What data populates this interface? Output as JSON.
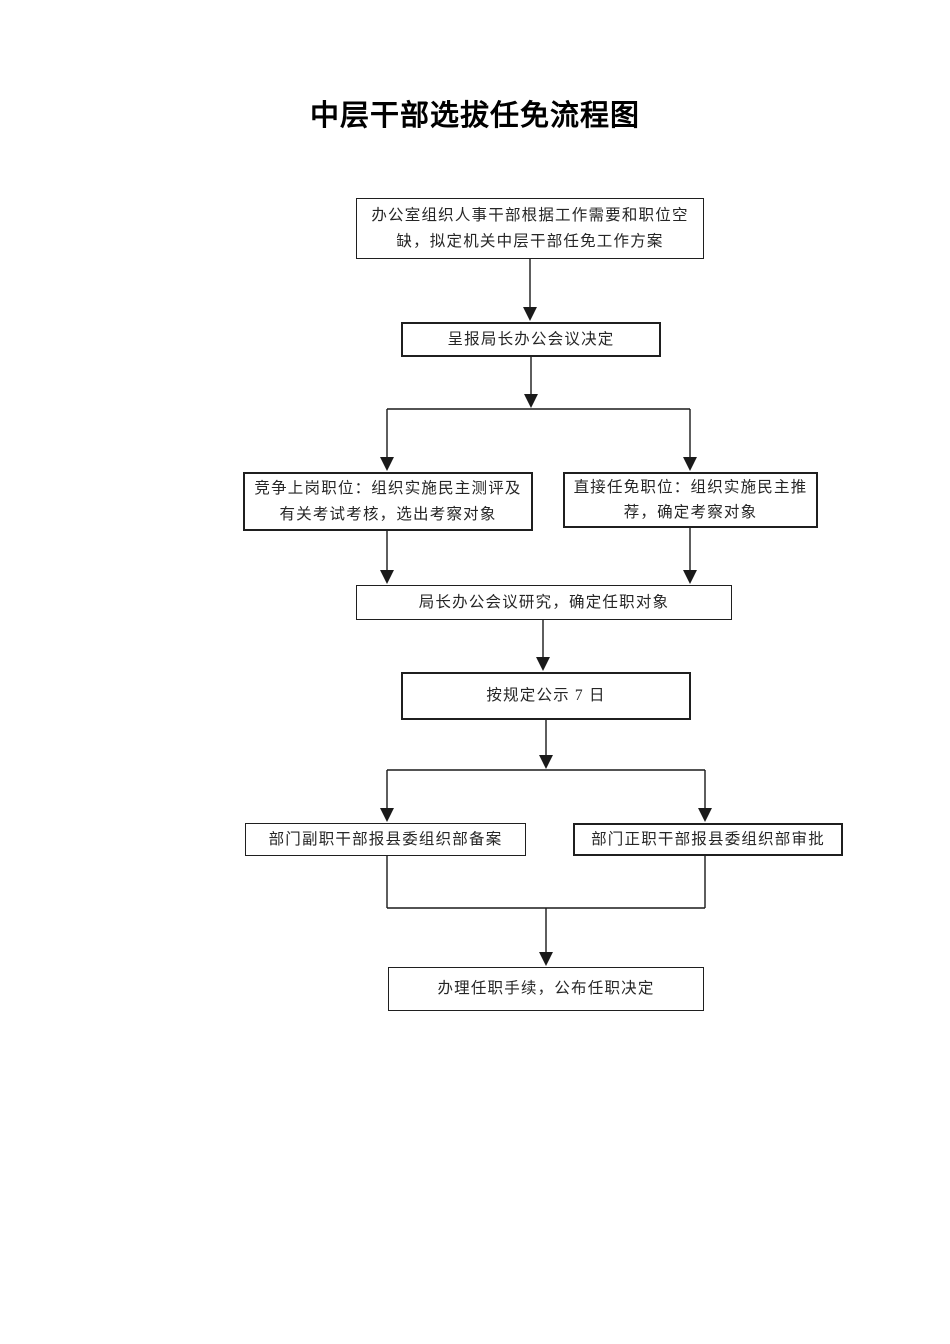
{
  "page": {
    "title": "中层干部选拔任免流程图"
  },
  "flow": {
    "nodes": [
      {
        "id": "draft-plan",
        "label": "办公室组织人事干部根据工作需要和职位空缺，拟定机关中层干部任免工作方案"
      },
      {
        "id": "report-meeting",
        "label": "呈报局长办公会议决定"
      },
      {
        "id": "competitive-position",
        "label": "竞争上岗职位：组织实施民主测评及有关考试考核，选出考察对象"
      },
      {
        "id": "direct-appointment",
        "label": "直接任免职位：组织实施民主推荐，确定考察对象"
      },
      {
        "id": "meeting-research",
        "label": "局长办公会议研究，确定任职对象"
      },
      {
        "id": "public-notice",
        "label": "按规定公示 7 日"
      },
      {
        "id": "deputy-filing",
        "label": "部门副职干部报县委组织部备案"
      },
      {
        "id": "principal-approval",
        "label": "部门正职干部报县委组织部审批"
      },
      {
        "id": "handle-procedures",
        "label": "办理任职手续，公布任职决定"
      }
    ],
    "line_color": "#1a1a1a"
  }
}
